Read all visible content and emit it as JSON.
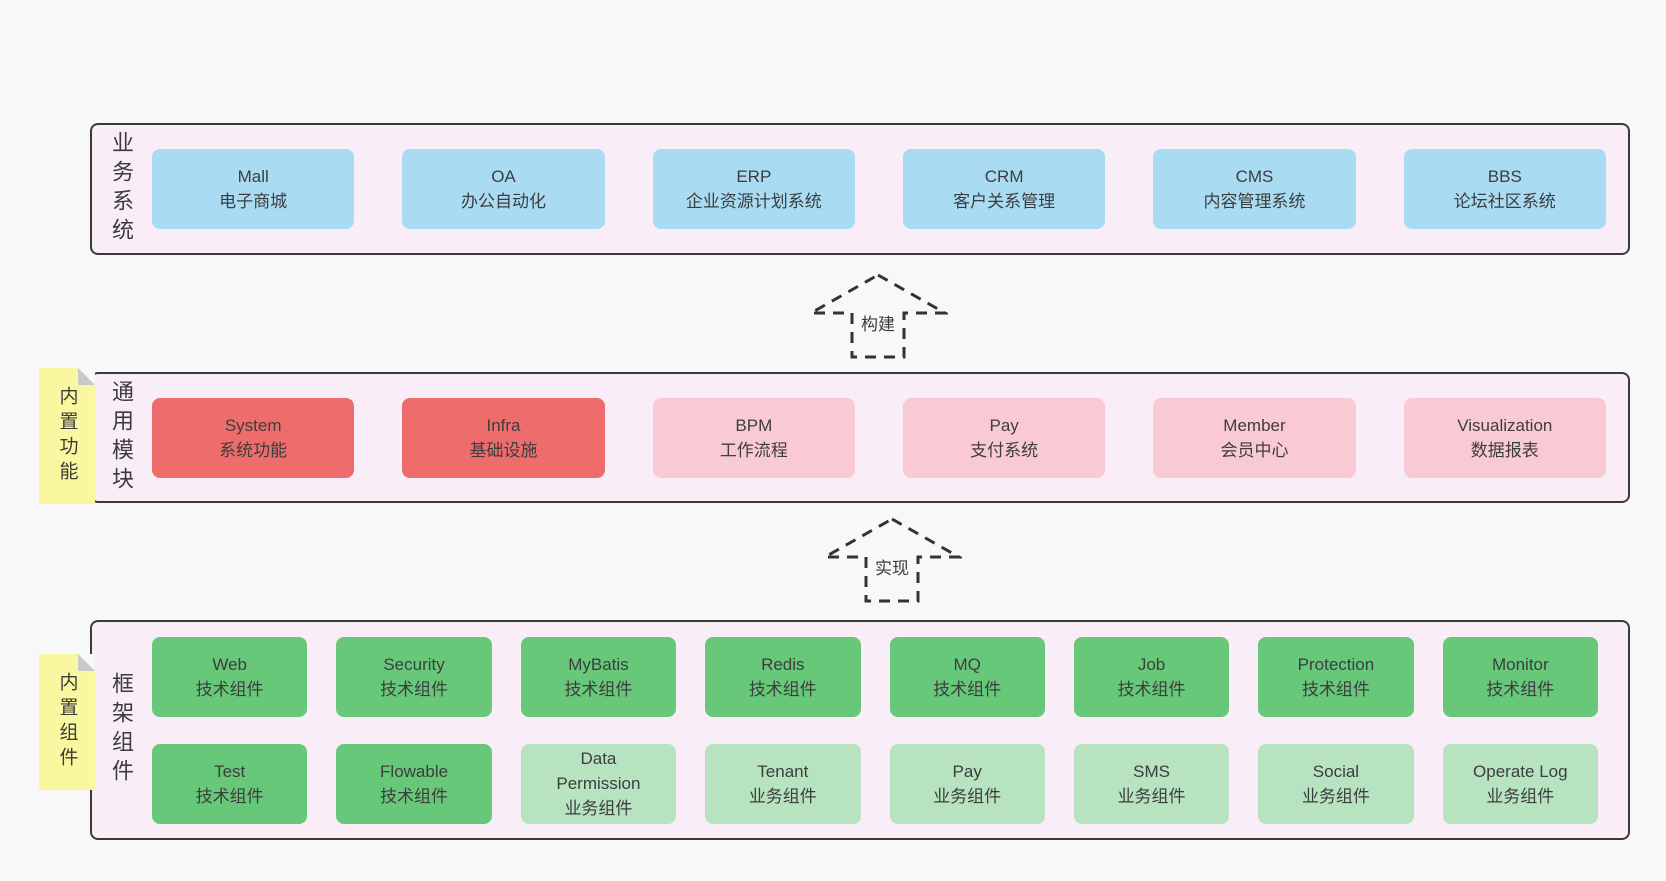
{
  "diagram": {
    "bands": [
      {
        "label": "业务系统",
        "rows": [
          [
            {
              "name": "Mall",
              "desc": "电子商城",
              "variant": "blue"
            },
            {
              "name": "OA",
              "desc": "办公自动化",
              "variant": "blue"
            },
            {
              "name": "ERP",
              "desc": "企业资源计划系统",
              "variant": "blue"
            },
            {
              "name": "CRM",
              "desc": "客户关系管理",
              "variant": "blue"
            },
            {
              "name": "CMS",
              "desc": "内容管理系统",
              "variant": "blue"
            },
            {
              "name": "BBS",
              "desc": "论坛社区系统",
              "variant": "blue"
            }
          ]
        ]
      },
      {
        "label": "通用模块",
        "sticky": "内置功能",
        "rows": [
          [
            {
              "name": "System",
              "desc": "系统功能",
              "variant": "red"
            },
            {
              "name": "Infra",
              "desc": "基础设施",
              "variant": "red"
            },
            {
              "name": "BPM",
              "desc": "工作流程",
              "variant": "pink"
            },
            {
              "name": "Pay",
              "desc": "支付系统",
              "variant": "pink"
            },
            {
              "name": "Member",
              "desc": "会员中心",
              "variant": "pink"
            },
            {
              "name": "Visualization",
              "desc": "数据报表",
              "variant": "pink"
            }
          ]
        ]
      },
      {
        "label": "框架组件",
        "sticky": "内置组件",
        "rows": [
          [
            {
              "name": "Web",
              "desc": "技术组件",
              "variant": "green"
            },
            {
              "name": "Security",
              "desc": "技术组件",
              "variant": "green"
            },
            {
              "name": "MyBatis",
              "desc": "技术组件",
              "variant": "green"
            },
            {
              "name": "Redis",
              "desc": "技术组件",
              "variant": "green"
            },
            {
              "name": "MQ",
              "desc": "技术组件",
              "variant": "green"
            },
            {
              "name": "Job",
              "desc": "技术组件",
              "variant": "green"
            },
            {
              "name": "Protection",
              "desc": "技术组件",
              "variant": "green"
            },
            {
              "name": "Monitor",
              "desc": "技术组件",
              "variant": "green"
            }
          ],
          [
            {
              "name": "Test",
              "desc": "技术组件",
              "variant": "green"
            },
            {
              "name": "Flowable",
              "desc": "技术组件",
              "variant": "green"
            },
            {
              "name": "Data Permission",
              "desc": "业务组件",
              "variant": "lightgreen"
            },
            {
              "name": "Tenant",
              "desc": "业务组件",
              "variant": "lightgreen"
            },
            {
              "name": "Pay",
              "desc": "业务组件",
              "variant": "lightgreen"
            },
            {
              "name": "SMS",
              "desc": "业务组件",
              "variant": "lightgreen"
            },
            {
              "name": "Social",
              "desc": "业务组件",
              "variant": "lightgreen"
            },
            {
              "name": "Operate Log",
              "desc": "业务组件",
              "variant": "lightgreen"
            }
          ]
        ]
      }
    ],
    "arrows": [
      {
        "label": "构建"
      },
      {
        "label": "实现"
      }
    ]
  },
  "colors": {
    "page_bg": "#f8f8f8",
    "band_bg": "#f9eef8",
    "band_border": "#3a3a3a",
    "box_blue": "#a9dbf3",
    "box_red": "#ef6c6c",
    "box_pink": "#facad4",
    "box_green": "#67c87a",
    "box_lightgreen": "#b7e3c0",
    "sticky_yellow": "#f9f8a0",
    "sticky_fold": "#c9c9c9",
    "text": "#3c3c3c"
  }
}
